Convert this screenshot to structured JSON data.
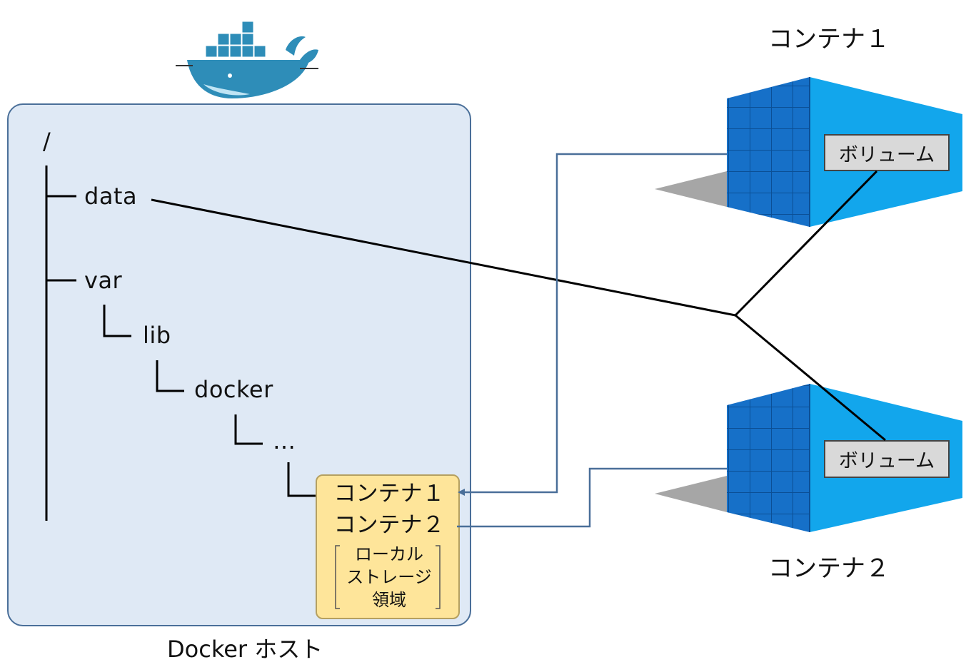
{
  "host": {
    "label": "Docker ホスト"
  },
  "tree": {
    "root": "/",
    "data": "data",
    "var": "var",
    "lib": "lib",
    "docker": "docker",
    "ellipsis": "…"
  },
  "storage": {
    "container1": "コンテナ１",
    "container2": "コンテナ２",
    "area_line1": "ローカル",
    "area_line2": "ストレージ",
    "area_line3": "領域"
  },
  "containers": [
    {
      "title": "コンテナ１",
      "volume": "ボリューム"
    },
    {
      "title": "コンテナ２",
      "volume": "ボリューム"
    }
  ],
  "icons": {
    "logo": "docker-whale-logo"
  },
  "colors": {
    "host_bg": "#dfe9f5",
    "host_border": "#4a6f99",
    "storage_bg": "#fee59a",
    "container_blue": "#1a8fe0",
    "link_blue": "#4a6f99"
  }
}
